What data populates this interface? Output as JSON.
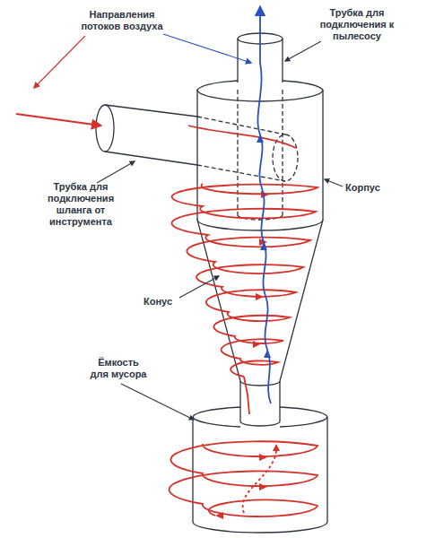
{
  "diagram": {
    "labels": [
      "Направления потоков воздуха",
      "Трубка для подключения к пылесосу",
      "Корпус",
      "Трубка для подключения шланга от инструмента",
      "Конус",
      "Ёмкость для мусора"
    ]
  }
}
